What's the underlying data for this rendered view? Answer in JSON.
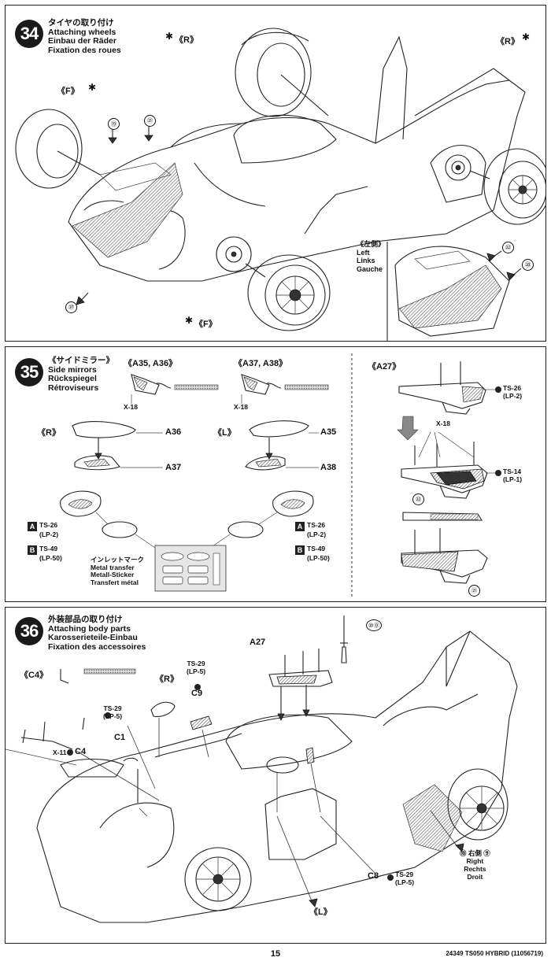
{
  "step34": {
    "number": "34",
    "title": [
      "タイヤの取り付け",
      "Attaching wheels",
      "Einbau der Räder",
      "Fixation des roues"
    ],
    "callouts": {
      "rear_left": "《R》",
      "rear_right": "《R》",
      "front_left": "《F》",
      "front_right": "《F》"
    },
    "inset": [
      "《左側》",
      "Left",
      "Links",
      "Gauche"
    ],
    "decals": [
      "⑲",
      "㉑",
      "㉒",
      "⑳",
      "㉗"
    ]
  },
  "step35": {
    "number": "35",
    "title": [
      "《サイドミラー》",
      "Side mirrors",
      "Rückspiegel",
      "Rétroviseurs"
    ],
    "part_groups": [
      "《A35, A36》",
      "《A37, A38》",
      "《A27》"
    ],
    "cement": "X-18",
    "left_side": {
      "side": "《R》",
      "top_part": "A36",
      "bottom_part": "A37"
    },
    "right_side": {
      "side": "《L》",
      "top_part": "A35",
      "bottom_part": "A38"
    },
    "paint_a": {
      "badge": "A",
      "code": "TS-26",
      "sub": "(LP-2)"
    },
    "paint_b": {
      "badge": "B",
      "code": "TS-49",
      "sub": "(LP-50)"
    },
    "metal_transfer": [
      "インレットマーク",
      "Metal transfer",
      "Metall-Sticker",
      "Transfert métal"
    ],
    "a27_paint1": {
      "code": "TS-26",
      "sub": "(LP-2)"
    },
    "a27_paint2": {
      "code": "TS-14",
      "sub": "(LP-1)"
    },
    "a27_decals": [
      "㉒",
      "㉑"
    ]
  },
  "step36": {
    "number": "36",
    "title": [
      "外装部品の取り付け",
      "Attaching body parts",
      "Karosserieteile-Einbau",
      "Fixation des accessoires"
    ],
    "c4": "《C4》",
    "x11": "X-11",
    "c4_part": "C4",
    "ts29_1": {
      "code": "TS-29",
      "sub": "(LP-5)",
      "part": "C1"
    },
    "ts29_2": {
      "code": "TS-29",
      "sub": "(LP-5)",
      "part": "C9"
    },
    "ts29_3": {
      "code": "TS-29",
      "sub": "(LP-5)",
      "part": "C8"
    },
    "r": "《R》",
    "l": "《L》",
    "a27": "A27",
    "decal_top": "⑩⓪",
    "right_label": [
      "⑩ 右側 ⑨",
      "Right",
      "Rechts",
      "Droit"
    ]
  },
  "footer": {
    "page": "15",
    "code": "24349 TS050 HYBRID (11056719)"
  }
}
